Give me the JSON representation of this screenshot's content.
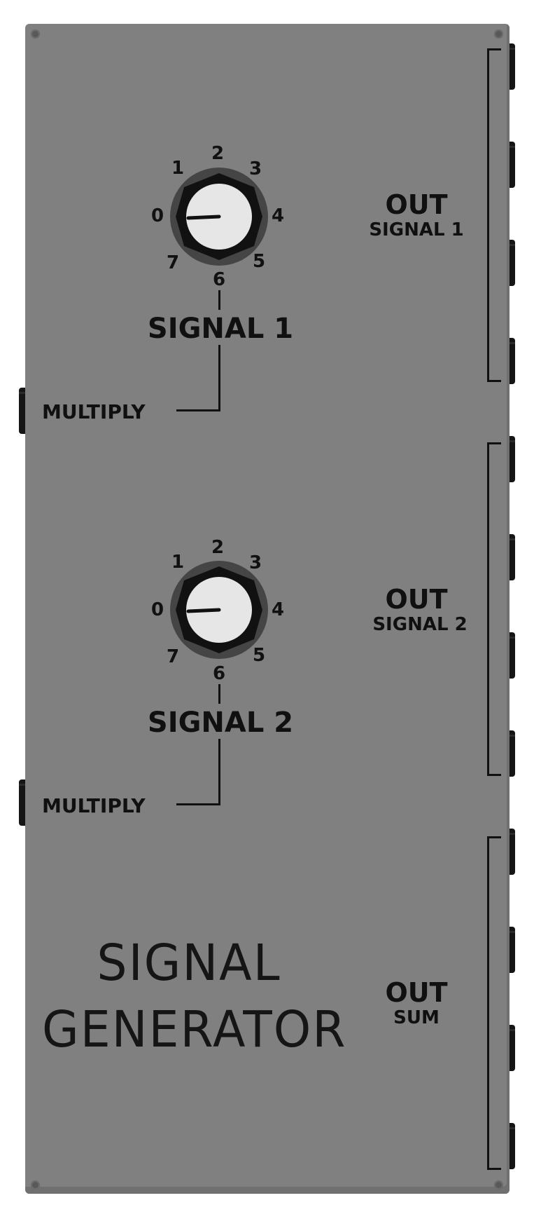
{
  "module": {
    "title_line1": "SIGNAL",
    "title_line2": "GENERATOR"
  },
  "knobs": [
    {
      "label": "SIGNAL 1",
      "multiply_label": "MULTIPLY",
      "scale": [
        "0",
        "1",
        "2",
        "3",
        "4",
        "5",
        "6",
        "7"
      ],
      "value": 0
    },
    {
      "label": "SIGNAL 2",
      "multiply_label": "MULTIPLY",
      "scale": [
        "0",
        "1",
        "2",
        "3",
        "4",
        "5",
        "6",
        "7"
      ],
      "value": 0
    }
  ],
  "outputs": [
    {
      "heading": "OUT",
      "sub": "SIGNAL 1"
    },
    {
      "heading": "OUT",
      "sub": "SIGNAL 2"
    },
    {
      "heading": "OUT",
      "sub": "SUM"
    }
  ],
  "colors": {
    "panel": "#808080",
    "text": "#101010",
    "knob_cap": "#e6e6e6",
    "knob_body": "#111111",
    "knob_ring": "#454545"
  }
}
